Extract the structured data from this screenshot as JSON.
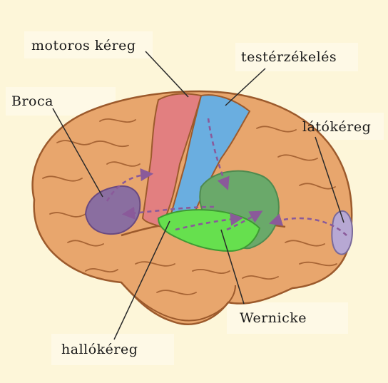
{
  "labels": {
    "motor": "motoros kéreg",
    "somato": "testérzékelés",
    "broca": "Broca",
    "visual": "látókéreg",
    "wernicke": "Wernicke",
    "auditory": "hallókéreg"
  },
  "colors": {
    "background": "#fdf6d9",
    "label_box": "#fef9e6",
    "brain": "#e8a66d",
    "brain_outline": "#9c5a2c",
    "motor_cortex": "#e27f80",
    "somatosensory_cortex": "#6aaee0",
    "broca_area": "#8a6ea0",
    "visual_cortex": "#b7a8d3",
    "wernicke_area": "#6aa96a",
    "auditory_cortex": "#66e04e",
    "pathway_arrow": "#8a5a9a"
  }
}
